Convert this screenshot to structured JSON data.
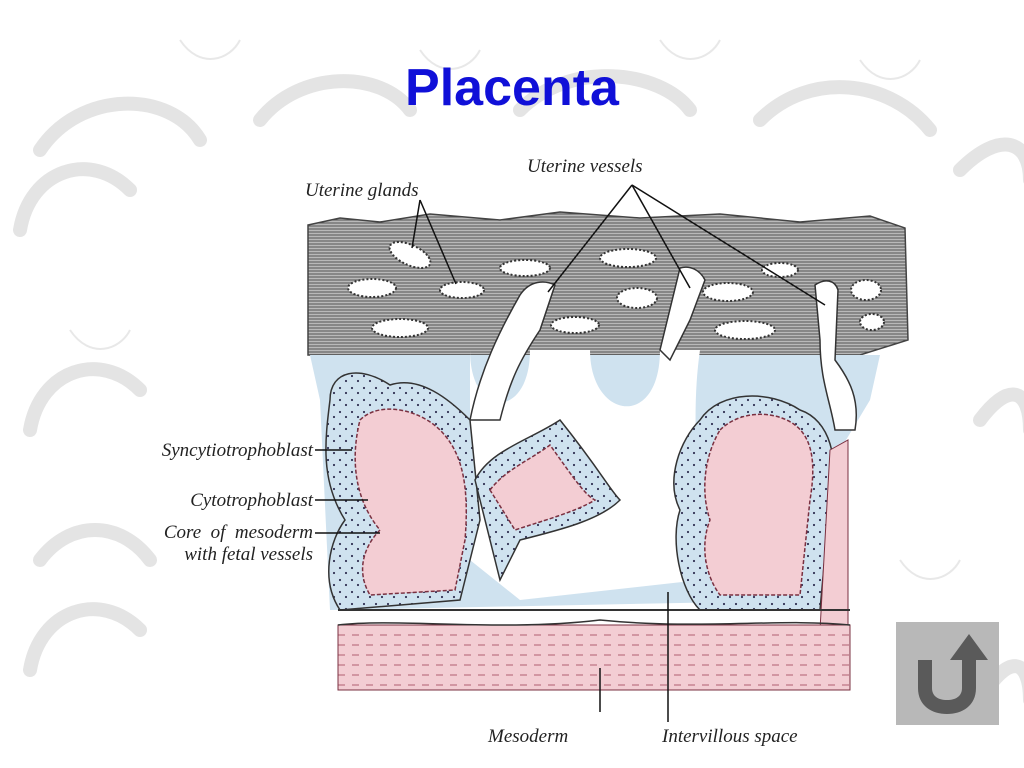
{
  "slide": {
    "title": "Placenta"
  },
  "diagram": {
    "labels": {
      "uterine_glands": "Uterine glands",
      "uterine_vessels": "Uterine vessels",
      "syncytiotrophoblast": "Syncytiotrophoblast",
      "cytotrophoblast": "Cytotrophoblast",
      "core_line1": "Core  of  mesoderm",
      "core_line2": "with fetal vessels",
      "mesoderm": "Mesoderm",
      "intervillous_space": "Intervillous space"
    },
    "colors": {
      "decidua": "#8a8a8a",
      "blue_layer": "#cfe2ef",
      "pink_mesoderm": "#f3cdd3",
      "title": "#1010d8"
    }
  },
  "navigation": {
    "back_icon": "return-arrow-icon"
  }
}
